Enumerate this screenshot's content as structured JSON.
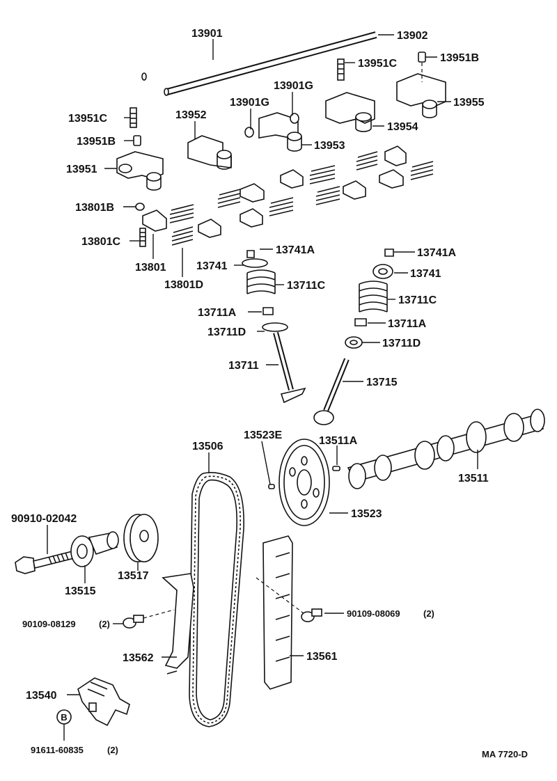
{
  "diagram": {
    "footer_code": "MA  7720-D",
    "circled_mark": "B",
    "labels": {
      "p13901": "13901",
      "p13902": "13902",
      "p13951C_top": "13951C",
      "p13951B_top": "13951B",
      "p13901G_a": "13901G",
      "p13901G_b": "13901G",
      "p13955": "13955",
      "p13954": "13954",
      "p13953": "13953",
      "p13952": "13952",
      "p13951C_left": "13951C",
      "p13951B_left": "13951B",
      "p13951": "13951",
      "p13801B": "13801B",
      "p13801C": "13801C",
      "p13801": "13801",
      "p13801D": "13801D",
      "p13741A_a": "13741A",
      "p13741_a": "13741",
      "p13711C_a": "13711C",
      "p13711A_a": "13711A",
      "p13711D_a": "13711D",
      "p13711": "13711",
      "p13741A_b": "13741A",
      "p13741_b": "13741",
      "p13711C_b": "13711C",
      "p13711A_b": "13711A",
      "p13711D_b": "13711D",
      "p13715": "13715",
      "p13506": "13506",
      "p13523E": "13523E",
      "p13511A": "13511A",
      "p13511": "13511",
      "p13523": "13523",
      "p90910": "90910-02042",
      "p13515": "13515",
      "p13517": "13517",
      "p90109_08129": "90109-08129",
      "p90109_08129_qty": "(2)",
      "p90109_08069": "90109-08069",
      "p90109_08069_qty": "(2)",
      "p13562": "13562",
      "p13561": "13561",
      "p13540": "13540",
      "p91611": "91611-60835",
      "p91611_qty": "(2)"
    }
  }
}
